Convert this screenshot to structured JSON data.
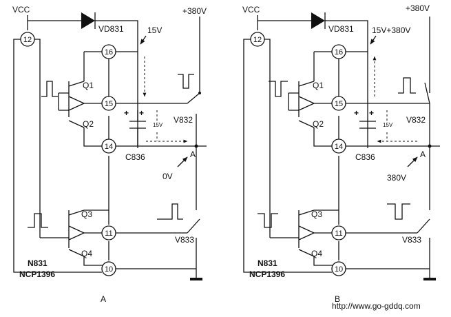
{
  "panels": [
    {
      "id": "A",
      "vcc": "VCC",
      "diode": "VD831",
      "top_voltage": "15V",
      "supply": "+380V",
      "pins": [
        "12",
        "16",
        "15",
        "14",
        "11",
        "10"
      ],
      "transistors": [
        "Q1",
        "Q2",
        "Q3",
        "Q4"
      ],
      "cap": "C836",
      "cap_voltage": "15V",
      "node": "A",
      "node_voltage": "0V",
      "switch_top": "V832",
      "switch_bottom": "V833",
      "ic_name": "N831",
      "ic_part": "NCP1396",
      "caption": "A"
    },
    {
      "id": "B",
      "vcc": "VCC",
      "diode": "VD831",
      "top_voltage": "15V+380V",
      "supply": "+380V",
      "pins": [
        "12",
        "16",
        "15",
        "14",
        "11",
        "10"
      ],
      "transistors": [
        "Q1",
        "Q2",
        "Q3",
        "Q4"
      ],
      "cap": "C836",
      "cap_voltage": "15V",
      "node": "A",
      "node_voltage": "380V",
      "switch_top": "V832",
      "switch_bottom": "V833",
      "ic_name": "N831",
      "ic_part": "NCP1396",
      "caption": "B"
    }
  ],
  "watermark": "http://www.go-gddq.com"
}
